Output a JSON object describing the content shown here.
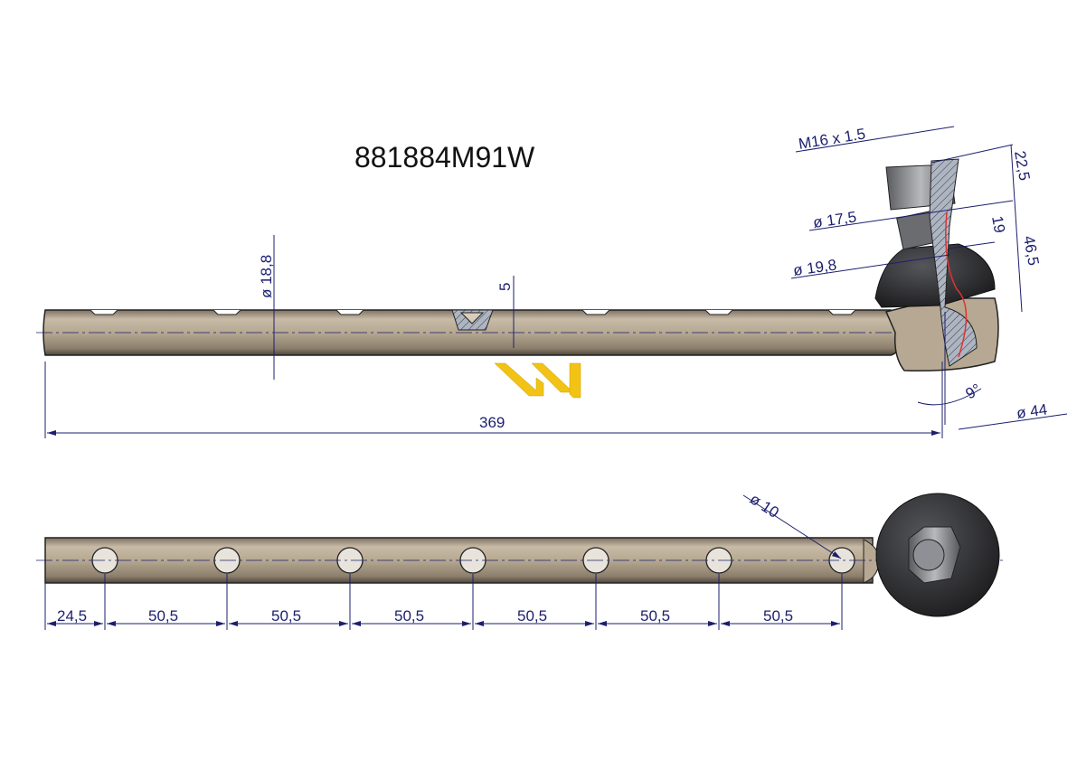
{
  "part_number": "881884M91W",
  "colors": {
    "rod": "#b3a48f",
    "dimension": "#1b1f6e",
    "logo": "#f2c315",
    "rubber": "#2a2a2c"
  },
  "logo_icon": "w-logo",
  "top_view": {
    "dims": {
      "shaft_diameter": "ø 18,8",
      "groove_depth": "5",
      "overall_length": "369",
      "thread": "M16 x 1.5",
      "thread_length": "22,5",
      "neck_diameter": "ø 17,5",
      "neck_length": "19",
      "cone_diameter": "ø 19,8",
      "height": "46,5",
      "angle": "9°",
      "housing_diameter": "ø 44"
    }
  },
  "bottom_view": {
    "hole_diameter": "ø 10",
    "spacing": [
      "24,5",
      "50,5",
      "50,5",
      "50,5",
      "50,5",
      "50,5",
      "50,5"
    ]
  }
}
